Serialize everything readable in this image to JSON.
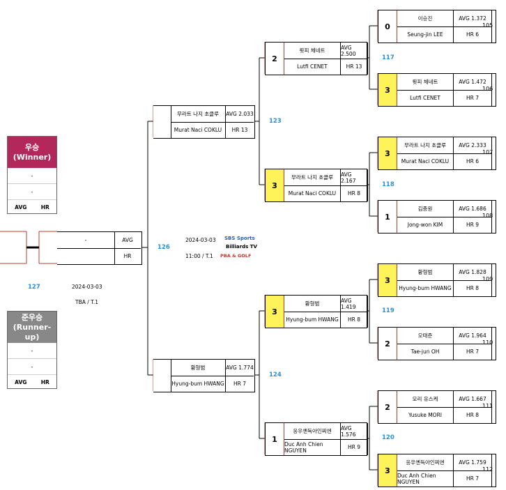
{
  "colors": {
    "winner": "#b3285a",
    "runnerup": "#888888",
    "win_score": "#fff35a",
    "number": "#2a8fd6",
    "line": "#c0392b"
  },
  "final_block": {
    "number": "127",
    "date": "2024-03-03",
    "time": "TBA / T.1",
    "winner": {
      "title": "우승",
      "subtitle": "(Winner)",
      "row1": "-",
      "row2": "-",
      "avg": "AVG",
      "hr": "HR"
    },
    "runnerup": {
      "title": "준우승",
      "subtitle": "(Runner-up)",
      "row1": "-",
      "row2": "-",
      "avg": "AVG",
      "hr": "HR"
    }
  },
  "semi_center": {
    "number": "126",
    "date": "2024-03-03",
    "time": "11:00 / T.1",
    "dash": "-",
    "avg": "AVG",
    "hr": "HR",
    "logo_lines": [
      "SBS Sports",
      "Billiards TV",
      "PBA & GOLF"
    ]
  },
  "connectors": {
    "c117": "117",
    "c118": "118",
    "c119": "119",
    "c120": "120",
    "c123": "123",
    "c124": "124"
  },
  "r16": [
    {
      "num": "105",
      "score": "0",
      "win": false,
      "name_ko": "이승진",
      "name_en": "Seung-jin LEE",
      "avg": "AVG 1.372",
      "hr": "HR 6"
    },
    {
      "num": "106",
      "score": "3",
      "win": true,
      "name_ko": "륏피 체네트",
      "name_en": "Lutfi CENET",
      "avg": "AVG 1.472",
      "hr": "HR 7"
    },
    {
      "num": "107",
      "score": "3",
      "win": true,
      "name_ko": "무라트 나지 초클루",
      "name_en": "Murat Naci COKLU",
      "avg": "AVG 2.333",
      "hr": "HR 6"
    },
    {
      "num": "108",
      "score": "1",
      "win": false,
      "name_ko": "김종원",
      "name_en": "Jong-won KIM",
      "avg": "AVG 1.686",
      "hr": "HR 9"
    },
    {
      "num": "109",
      "score": "3",
      "win": true,
      "name_ko": "황형범",
      "name_en": "Hyung-bum HWANG",
      "avg": "AVG 1.828",
      "hr": "HR 8"
    },
    {
      "num": "110",
      "score": "2",
      "win": false,
      "name_ko": "오태준",
      "name_en": "Tae-jun OH",
      "avg": "AVG 1.964",
      "hr": "HR 7"
    },
    {
      "num": "111",
      "score": "2",
      "win": false,
      "name_ko": "모리 유스케",
      "name_en": "Yusuke MORI",
      "avg": "AVG 1.667",
      "hr": "HR 8"
    },
    {
      "num": "112",
      "score": "3",
      "win": true,
      "name_ko": "응우옌득아인찌엔",
      "name_en": "Duc Anh Chien NGUYEN",
      "avg": "AVG 1.759",
      "hr": "HR 7"
    }
  ],
  "qf": [
    {
      "score": "2",
      "win": false,
      "name_ko": "륏피 체네트",
      "name_en": "Lutfi CENET",
      "avg": "AVG 2.500",
      "hr": "HR 13"
    },
    {
      "score": "3",
      "win": true,
      "name_ko": "무라트 나지 초클루",
      "name_en": "Murat Naci COKLU",
      "avg": "AVG 2.167",
      "hr": "HR 8"
    },
    {
      "score": "3",
      "win": true,
      "name_ko": "황형범",
      "name_en": "Hyung-bum HWANG",
      "avg": "AVG 1.419",
      "hr": "HR 8"
    },
    {
      "score": "1",
      "win": false,
      "name_ko": "응우옌득아인찌엔",
      "name_en": "Duc Anh Chien NGUYEN",
      "avg": "AVG 1.576",
      "hr": "HR 9"
    }
  ],
  "sf": [
    {
      "name_ko": "무라트 나지 초클루",
      "name_en": "Murat Naci COKLU",
      "avg": "AVG 2.033",
      "hr": "HR 13"
    },
    {
      "name_ko": "황형범",
      "name_en": "Hyung-bum HWANG",
      "avg": "AVG 1.774",
      "hr": "HR 7"
    }
  ]
}
